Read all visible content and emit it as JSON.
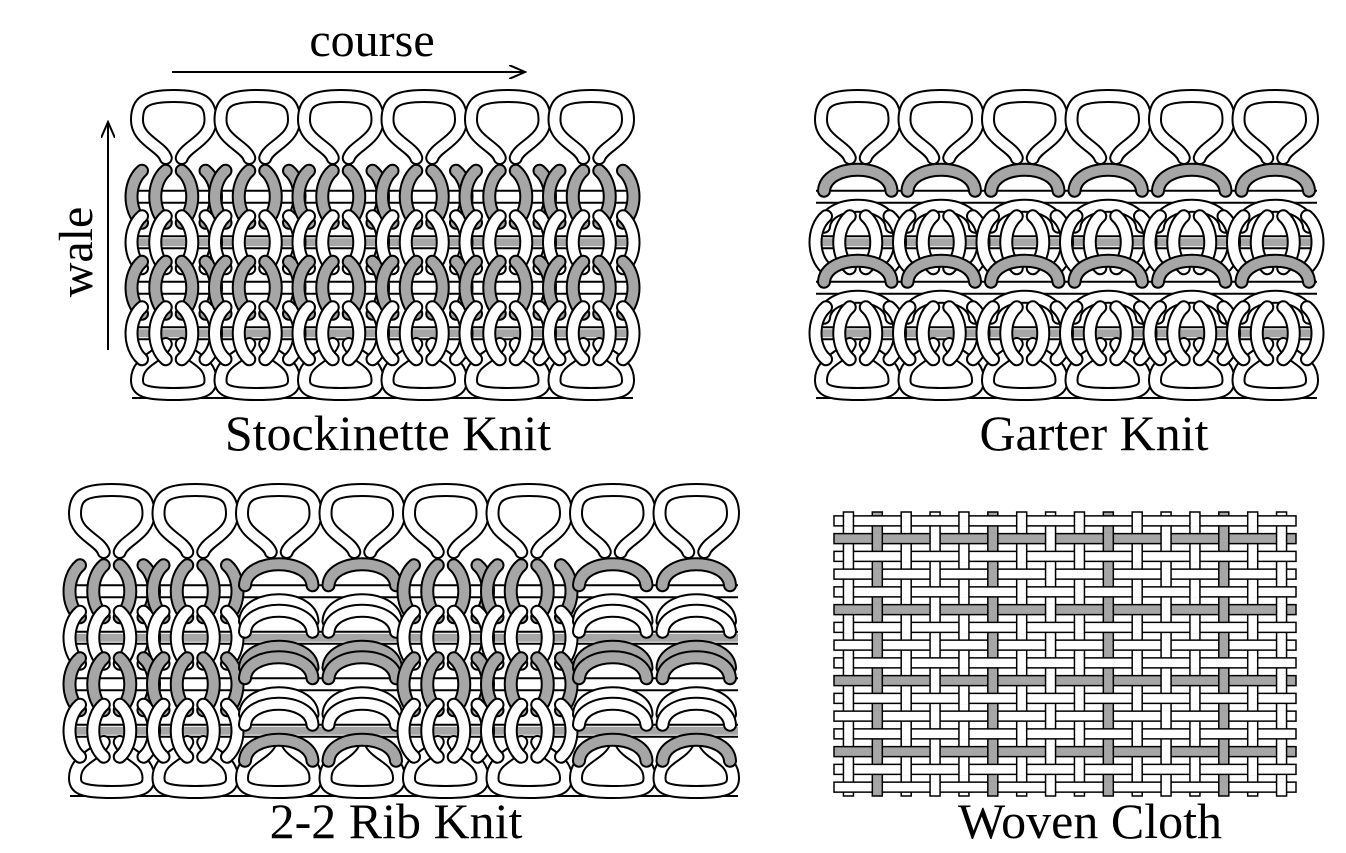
{
  "labels": {
    "course": "course",
    "wale": "wale"
  },
  "panels": [
    {
      "id": "stockinette",
      "title": "Stockinette Knit",
      "pattern": "knit",
      "columns": 6,
      "rows": 4
    },
    {
      "id": "garter",
      "title": "Garter Knit",
      "pattern": "alternating rows knit/purl",
      "columns": 6,
      "rows": 4
    },
    {
      "id": "rib",
      "title": "2-2 Rib Knit",
      "pattern": "2 knit / 2 purl columns",
      "columns": 8,
      "rows": 4
    },
    {
      "id": "woven",
      "title": "Woven Cloth",
      "pattern": "plain weave",
      "warp_threads": 16,
      "weft_threads": 16
    }
  ],
  "colors": {
    "strand": "#ffffff",
    "strand_alt": "#a6a6a6",
    "outline": "#000000",
    "background": "#ffffff"
  }
}
